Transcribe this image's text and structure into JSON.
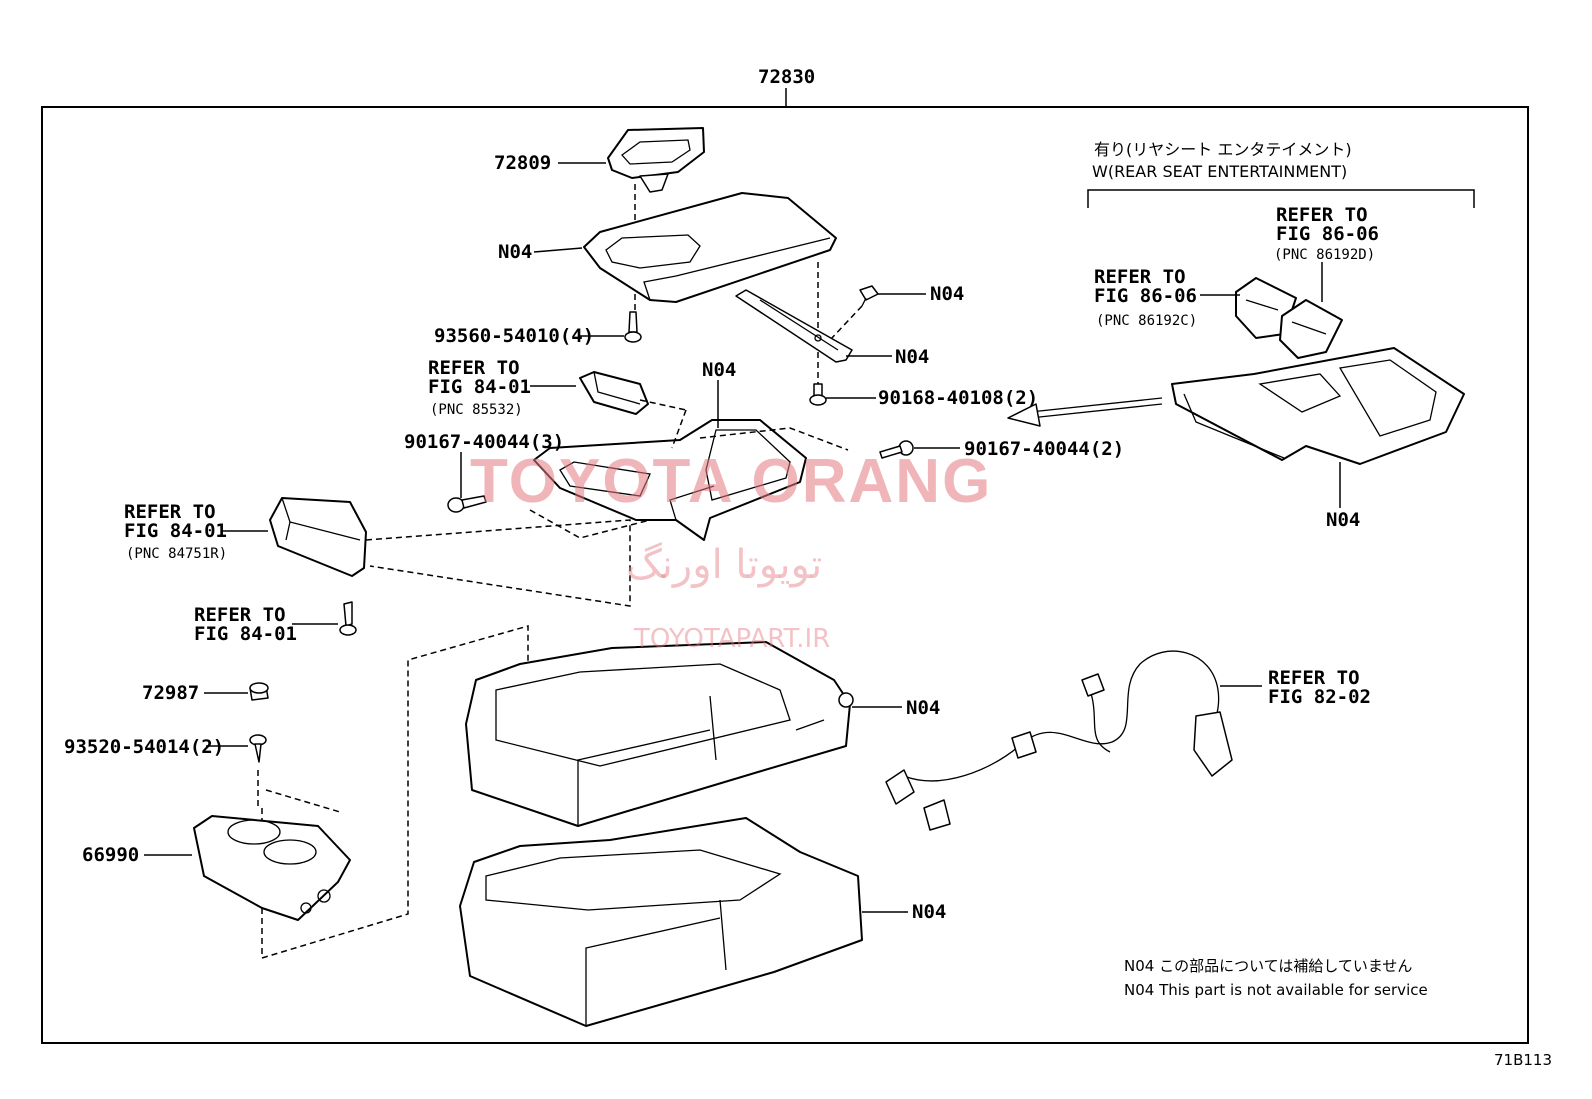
{
  "diagram": {
    "assembly_number": "72830",
    "figure_code": "71B113",
    "callouts": {
      "p72809": "72809",
      "p72987": "72987",
      "p66990": "66990",
      "n04_lid": "N04",
      "n04_clip": "N04",
      "n04_bracket": "N04",
      "n04_tray": "N04",
      "n04_rear": "N04",
      "n04_box": "N04",
      "n04_base": "N04",
      "bolt_93560": "93560-54010(4)",
      "bolt_90168": "90168-40108(2)",
      "bolt_90167_3": "90167-40044(3)",
      "bolt_90167_2": "90167-40044(2)",
      "bolt_93520": "93520-54014(2)"
    },
    "references": {
      "ref_85532": {
        "line1": "REFER TO",
        "line2": "FIG 84-01",
        "pnc": "(PNC 85532)"
      },
      "ref_84751r": {
        "line1": "REFER TO",
        "line2": "FIG 84-01",
        "pnc": "(PNC 84751R)"
      },
      "ref_8401_screw": {
        "line1": "REFER TO",
        "line2": "FIG 84-01"
      },
      "ref_86192c": {
        "line1": "REFER TO",
        "line2": "FIG 86-06",
        "pnc": "(PNC 86192C)"
      },
      "ref_86192d": {
        "line1": "REFER TO",
        "line2": "FIG 86-06",
        "pnc": "(PNC 86192D)"
      },
      "ref_8202": {
        "line1": "REFER TO",
        "line2": "FIG 82-02"
      }
    },
    "variant": {
      "japanese": "有り(リヤシート エンタテイメント)",
      "english": "W(REAR SEAT ENTERTAINMENT)"
    },
    "notes": {
      "japanese": "N04 この部品については補給していません",
      "english": "N04 This part is not available for service"
    },
    "watermark": {
      "brand": "TOYOTA ORANG",
      "persian": "تویوتا اورنگ",
      "site": "TOYOTAPART.IR"
    }
  }
}
